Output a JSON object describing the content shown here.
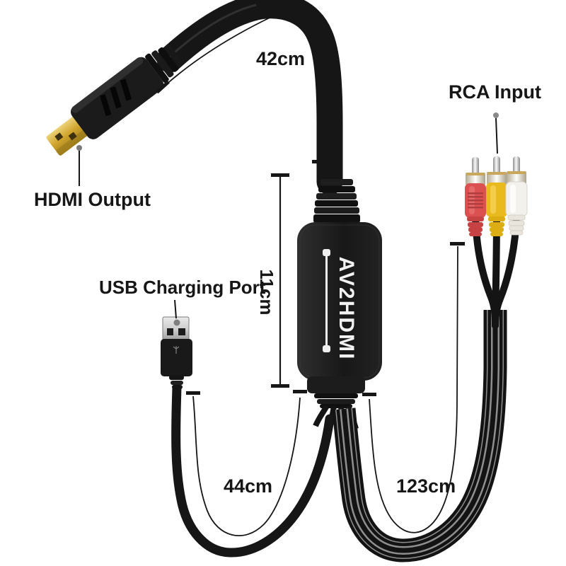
{
  "diagram": {
    "device_label": "AV2HDMI",
    "annotations": {
      "hdmi_cable_length": "42cm",
      "converter_length": "11cm",
      "usb_cable_length": "44cm",
      "rca_cable_length": "123cm",
      "hdmi_label": "HDMI Output",
      "rca_label": "RCA Input",
      "usb_label": "USB Charging Port"
    },
    "colors": {
      "background": "#ffffff",
      "cable_black": "#161616",
      "annotation_ink": "#161616",
      "hdmi_gold_dark": "#9c7c1d",
      "rca_red": "#db5151",
      "rca_red_dark": "#c74343",
      "rca_yellow": "#e9ba1e",
      "rca_yellow_dark": "#dcae14",
      "rca_white": "#f3f1ec",
      "rca_white_dark": "#e9e5dd",
      "device_text": "#f2f2f2"
    }
  }
}
